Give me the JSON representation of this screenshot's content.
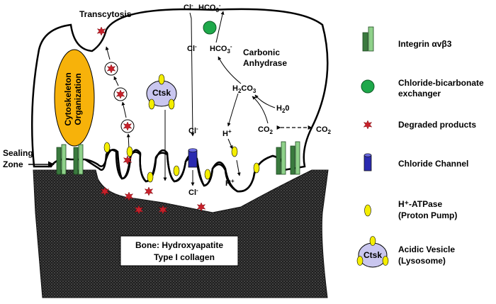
{
  "labels": {
    "transcytosis": "Transcytosis",
    "sealing_zone_1": "Sealing",
    "sealing_zone_2": "Zone",
    "cytoskeleton_1": "Cytoskeleton",
    "cytoskeleton_2": "Organization",
    "carbonic_anhydrase_1": "Carbonic",
    "carbonic_anhydrase_2": "Anhydrase",
    "bone_1": "Bone: Hydroxyapatite",
    "bone_2": "Type I collagen",
    "ctsk": "Ctsk"
  },
  "chemistry": {
    "cl_top": "Cl",
    "hco3_top": "HCO",
    "cl_mid": "Cl",
    "hco3_mid": "HCO",
    "h2co3": "H",
    "h2o": "H",
    "co2_in": "CO",
    "co2_out": "CO",
    "h_plus_upper": "H",
    "h_plus_lower": "H",
    "cl_lower": "Cl",
    "cl_bottom": "Cl"
  },
  "legend": [
    {
      "id": "integrin",
      "label": "Integrin αvβ3"
    },
    {
      "id": "exchanger",
      "label_1": "Chloride-bicarbonate",
      "label_2": "exchanger"
    },
    {
      "id": "degraded",
      "label": "Degraded products"
    },
    {
      "id": "channel",
      "label": "Chloride Channel"
    },
    {
      "id": "atpase",
      "label_1": "H⁺-ATPase",
      "label_2": "(Proton Pump)"
    },
    {
      "id": "vesicle",
      "icon_text": "Ctsk",
      "label_1": "Acidic Vesicle",
      "label_2": "(Lysosome)"
    }
  ],
  "colors": {
    "integrin_dark": "#3a7a3e",
    "integrin_light": "#8fd18a",
    "exchanger": "#1ea84a",
    "degraded": "#c8202a",
    "channel": "#2a2ab0",
    "atpase": "#f4ee00",
    "vesicle": "#c9c6ef",
    "cytoskeleton": "#f7b20a",
    "bone": "#2b2b2b"
  }
}
